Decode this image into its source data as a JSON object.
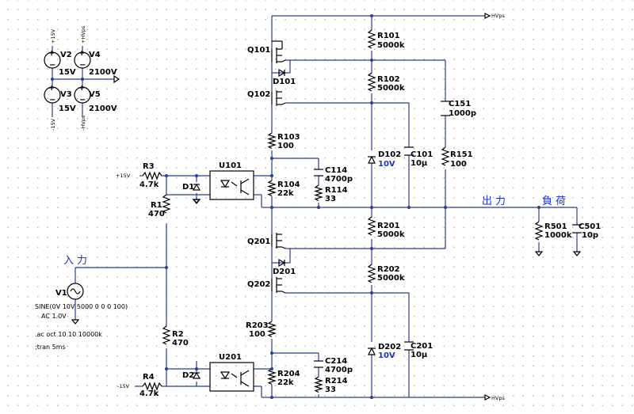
{
  "power": {
    "V2": {
      "ref": "V2",
      "value": "15V",
      "net": "+15V"
    },
    "V3": {
      "ref": "V3",
      "value": "15V",
      "net": "-15V"
    },
    "V4": {
      "ref": "V4",
      "value": "2100V",
      "net": "+HVps"
    },
    "V5": {
      "ref": "V5",
      "value": "2100V",
      "net": "-HVps"
    }
  },
  "rails": {
    "hv_top": "HVps",
    "hv_bottom": "HVps",
    "p15": "+15V",
    "n15": "-15V"
  },
  "labels": {
    "input": "入力",
    "output": "出力",
    "load": "負荷"
  },
  "source": {
    "ref": "V1",
    "func": "SINE(0V 10V 5000 0 0 0 100)",
    "ac": "AC 1.0V",
    "directive1": ".ac oct 10 10 10000k",
    "directive2": ";tran 5ms"
  },
  "components": {
    "Q101": {
      "ref": "Q101"
    },
    "Q102": {
      "ref": "Q102"
    },
    "Q201": {
      "ref": "Q201"
    },
    "Q202": {
      "ref": "Q202"
    },
    "D101": {
      "ref": "D101"
    },
    "D201": {
      "ref": "D201"
    },
    "D1": {
      "ref": "D1"
    },
    "D2": {
      "ref": "D2"
    },
    "U101": {
      "ref": "U101"
    },
    "U201": {
      "ref": "U201"
    },
    "R101": {
      "ref": "R101",
      "value": "5000k"
    },
    "R102": {
      "ref": "R102",
      "value": "5000k"
    },
    "R103": {
      "ref": "R103",
      "value": "100"
    },
    "R104": {
      "ref": "R104",
      "value": "22k"
    },
    "R114": {
      "ref": "R114",
      "value": "33"
    },
    "C114": {
      "ref": "C114",
      "value": "4700p"
    },
    "D102": {
      "ref": "D102",
      "value": "10V"
    },
    "C101": {
      "ref": "C101",
      "value": "10μ"
    },
    "C151": {
      "ref": "C151",
      "value": "1000p"
    },
    "R151": {
      "ref": "R151",
      "value": "100"
    },
    "R201": {
      "ref": "R201",
      "value": "5000k"
    },
    "R202": {
      "ref": "R202",
      "value": "5000k"
    },
    "R203": {
      "ref": "R203",
      "value": "100"
    },
    "R204": {
      "ref": "R204",
      "value": "22k"
    },
    "R214": {
      "ref": "R214",
      "value": "33"
    },
    "C214": {
      "ref": "C214",
      "value": "4700p"
    },
    "D202": {
      "ref": "D202",
      "value": "10V"
    },
    "C201": {
      "ref": "C201",
      "value": "10μ"
    },
    "R501": {
      "ref": "R501",
      "value": "1000k"
    },
    "C501": {
      "ref": "C501",
      "value": "10p"
    },
    "R1": {
      "ref": "R1",
      "value": "470"
    },
    "R2": {
      "ref": "R2",
      "value": "470"
    },
    "R3": {
      "ref": "R3",
      "value": "4.7k"
    },
    "R4": {
      "ref": "R4",
      "value": "4.7k"
    }
  }
}
